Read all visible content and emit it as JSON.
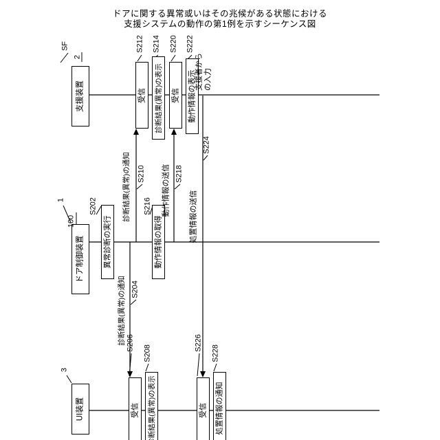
{
  "title": {
    "line1": "ドアに関する異常或いはその兆候がある状態における",
    "line2": "支援システムの動作の第1例を示すシーケンス図"
  },
  "colors": {
    "ink": "#000000",
    "background": "#ffffff"
  },
  "diagram_type": "sequence",
  "actors": {
    "support": {
      "system_ref": "SF",
      "ref": "2",
      "name": "支援装置"
    },
    "door": {
      "ref": "1",
      "unit_ref": "100",
      "name": "ドア制御装置"
    },
    "ui": {
      "ref": "3",
      "name": "UI装置"
    }
  },
  "annotations": {
    "supporter_input": "支援者からの入力"
  },
  "steps": {
    "S202": {
      "code": "S202",
      "label": "異常診断の実行",
      "lifeline": "ドア制御装置"
    },
    "S204": {
      "code": "S204",
      "label": "診断結果(異常)の通知",
      "from": "ドア制御装置",
      "to": "UI装置"
    },
    "S206": {
      "code": "S206",
      "label": "受信",
      "lifeline": "UI装置"
    },
    "S208": {
      "code": "S208",
      "label": "診断結果(異常)の表示",
      "lifeline": "UI装置"
    },
    "S210": {
      "code": "S210",
      "label": "診断結果(異常)の通知",
      "from": "ドア制御装置",
      "to": "支援装置"
    },
    "S212": {
      "code": "S212",
      "label": "受信",
      "lifeline": "支援装置"
    },
    "S214": {
      "code": "S214",
      "label": "診断結果(異常)の表示",
      "lifeline": "支援装置"
    },
    "S216": {
      "code": "S216",
      "label": "動作情報の取得",
      "lifeline": "ドア制御装置"
    },
    "S218": {
      "code": "S218",
      "label": "動作情報の送信",
      "from": "ドア制御装置",
      "to": "支援装置"
    },
    "S220": {
      "code": "S220",
      "label": "受信",
      "lifeline": "支援装置"
    },
    "S222": {
      "code": "S222",
      "label": "動作情報の表示",
      "lifeline": "支援装置"
    },
    "S224": {
      "code": "S224",
      "label": "処置情報の送信",
      "from": "支援装置",
      "to": "UI装置"
    },
    "S226": {
      "code": "S226",
      "label": "受信",
      "lifeline": "UI装置"
    },
    "S228": {
      "code": "S228",
      "label": "処置情報の通知",
      "lifeline": "UI装置"
    }
  }
}
